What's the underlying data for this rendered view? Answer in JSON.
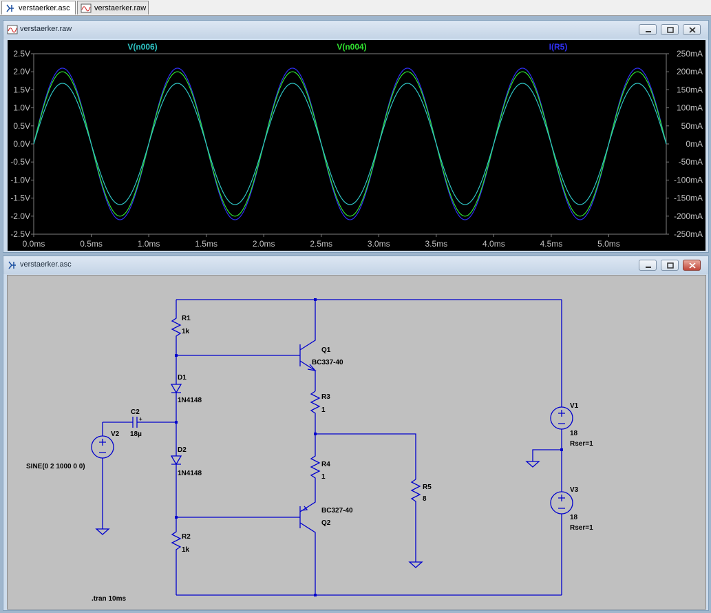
{
  "tabs": [
    {
      "label": "verstaerker.asc",
      "active": true
    },
    {
      "label": "verstaerker.raw",
      "active": false
    }
  ],
  "plot_window": {
    "title": "verstaerker.raw",
    "traces": [
      {
        "label": "V(n006)",
        "color": "#2ec4c4"
      },
      {
        "label": "V(n004)",
        "color": "#30e030"
      },
      {
        "label": "I(R5)",
        "color": "#2f2ff5"
      }
    ],
    "y_left_ticks": [
      "2.5V",
      "2.0V",
      "1.5V",
      "1.0V",
      "0.5V",
      "0.0V",
      "-0.5V",
      "-1.0V",
      "-1.5V",
      "-2.0V",
      "-2.5V"
    ],
    "y_right_ticks": [
      "250mA",
      "200mA",
      "150mA",
      "100mA",
      "50mA",
      "0mA",
      "-50mA",
      "-100mA",
      "-150mA",
      "-200mA",
      "-250mA"
    ],
    "x_ticks": [
      "0.0ms",
      "0.5ms",
      "1.0ms",
      "1.5ms",
      "2.0ms",
      "2.5ms",
      "3.0ms",
      "3.5ms",
      "4.0ms",
      "4.5ms",
      "5.0ms"
    ]
  },
  "chart_data": {
    "type": "line",
    "x_unit": "ms",
    "xlim": [
      0,
      5.5
    ],
    "ylim_left": [
      -2.5,
      2.5
    ],
    "ylim_right_mA": [
      -250,
      250
    ],
    "grid": false,
    "series": [
      {
        "name": "V(n006)",
        "axis": "left",
        "waveform": "sine",
        "frequency_hz": 1000,
        "amplitude": 1.68,
        "unit": "V"
      },
      {
        "name": "V(n004)",
        "axis": "left",
        "waveform": "sine",
        "frequency_hz": 1000,
        "amplitude": 2.0,
        "unit": "V"
      },
      {
        "name": "I(R5)",
        "axis": "right",
        "waveform": "sine",
        "frequency_hz": 1000,
        "amplitude": 210,
        "unit": "mA"
      }
    ]
  },
  "schematic_window": {
    "title": "verstaerker.asc",
    "labels": {
      "r1": "R1",
      "r1_val": "1k",
      "d1": "D1",
      "d1_val": "1N4148",
      "c2": "C2",
      "c2_val": "18µ",
      "v2": "V2",
      "v2_src": "SINE(0 2 1000 0 0)",
      "d2": "D2",
      "d2_val": "1N4148",
      "r2": "R2",
      "r2_val": "1k",
      "q1": "Q1",
      "q1_val": "BC337-40",
      "r3": "R3",
      "r3_val": "1",
      "r4": "R4",
      "r4_val": "1",
      "q2_val": "BC327-40",
      "q2": "Q2",
      "r5": "R5",
      "r5_val": "8",
      "v1": "V1",
      "v1_val": "18",
      "v1_rser": "Rser=1",
      "v3": "V3",
      "v3_val": "18",
      "v3_rser": "Rser=1",
      "directive": ".tran 10ms"
    },
    "wire_color": "#0000cc"
  }
}
